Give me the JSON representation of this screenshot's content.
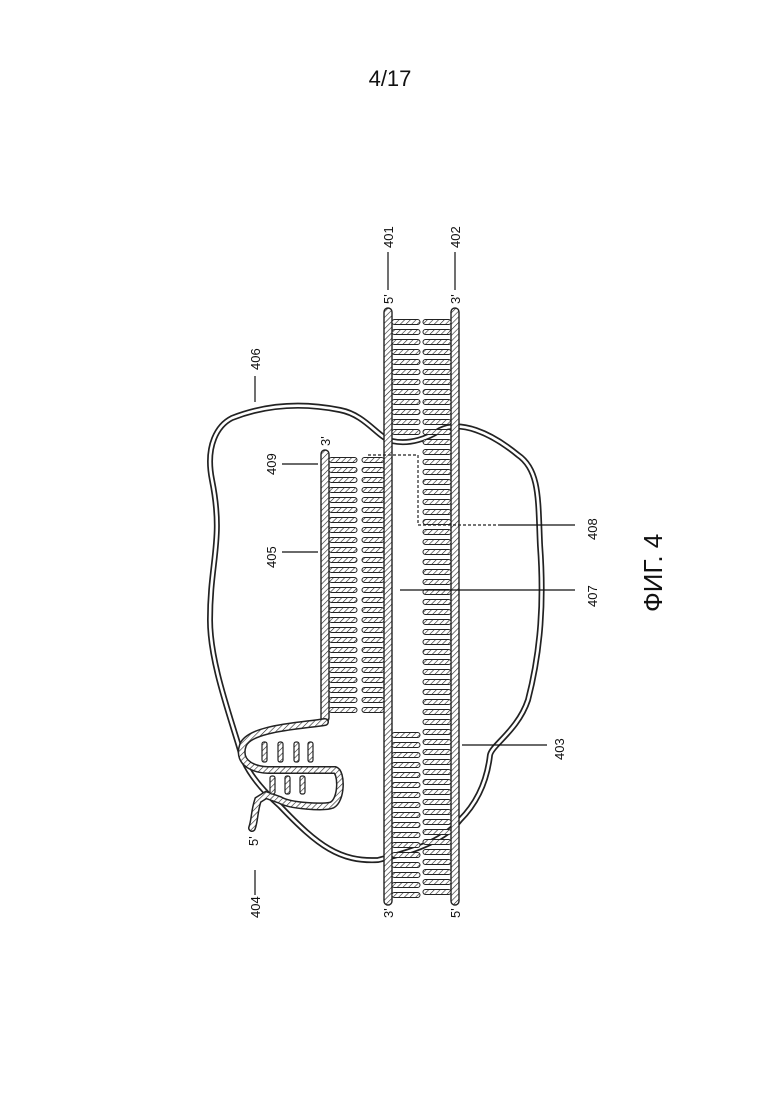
{
  "page": {
    "number": "4/17"
  },
  "figure": {
    "caption": "ФИГ. 4",
    "reference_numerals": [
      "401",
      "402",
      "403",
      "404",
      "405",
      "406",
      "407",
      "408",
      "409"
    ],
    "strand_ends": {
      "s401_top": "5'",
      "s402_top": "3'",
      "s401_bottom": "3'",
      "s402_bottom": "5'",
      "s405_top": "3'",
      "s404_end": "5'"
    }
  }
}
